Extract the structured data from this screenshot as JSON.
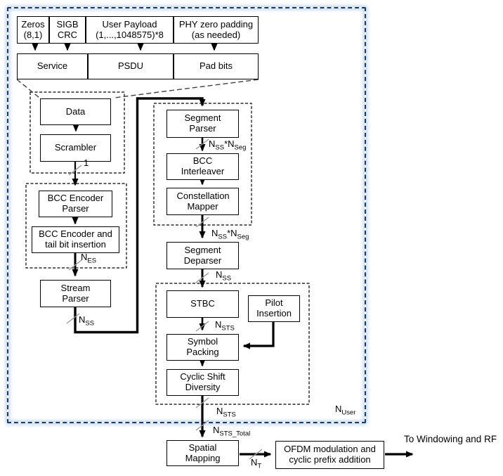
{
  "diagram": {
    "title_hint": "WLAN data-field transmitter processing chain",
    "inputs": [
      "Zeros (8,1)",
      "SIGB CRC",
      "User Payload (1,...,1048575)*8",
      "PHY zero padding (as needed)"
    ],
    "fields": [
      "Service",
      "PSDU",
      "Pad bits"
    ],
    "blocks": {
      "data": "Data",
      "scrambler": "Scrambler",
      "bcc_encoder_parser": "BCC Encoder Parser",
      "bcc_encoder_tail": "BCC Encoder and tail bit insertion",
      "stream_parser": "Stream Parser",
      "segment_parser": "Segment Parser",
      "bcc_interleaver": "BCC Interleaver",
      "constellation_mapper": "Constellation Mapper",
      "segment_deparser": "Segment Deparser",
      "stbc": "STBC",
      "pilot_insertion": "Pilot Insertion",
      "symbol_packing": "Symbol Packing",
      "cyclic_shift_diversity": "Cyclic Shift Diversity",
      "spatial_mapping": "Spatial Mapping",
      "ofdm_modulation": "OFDM modulation and cyclic prefix addition"
    },
    "bus_labels": {
      "one": "1",
      "n_es": {
        "base": "N",
        "sub": "ES"
      },
      "n_ss": {
        "base": "N",
        "sub": "SS"
      },
      "n_ss_nseg": {
        "base1": "N",
        "sub1": "SS",
        "op": "*",
        "base2": "N",
        "sub2": "Seg"
      },
      "n_sts": {
        "base": "N",
        "sub": "STS"
      },
      "n_sts_total": {
        "base": "N",
        "sub": "STS_Total"
      },
      "n_t": {
        "base": "N",
        "sub": "T"
      },
      "n_user": {
        "base": "N",
        "sub": "User"
      }
    },
    "annotations": {
      "output": "To Windowing and RF"
    },
    "colors": {
      "frame_dash": "#1f3864",
      "frame_glow": "#c5dcf3",
      "line": "#000000",
      "slash": "#999999",
      "box_border": "#000000",
      "background": "#ffffff"
    }
  }
}
